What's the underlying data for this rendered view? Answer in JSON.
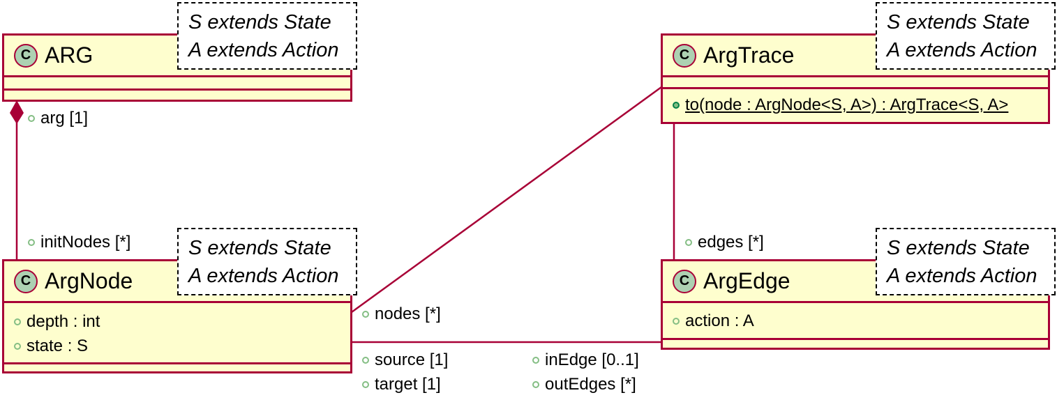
{
  "classes": {
    "arg": {
      "name": "ARG",
      "icon": "C",
      "type_params": [
        "S extends State",
        "A extends Action"
      ]
    },
    "argtrace": {
      "name": "ArgTrace",
      "icon": "C",
      "type_params": [
        "S extends State",
        "A extends Action"
      ],
      "methods": [
        "to(node : ArgNode<S, A>) : ArgTrace<S, A>"
      ]
    },
    "argnode": {
      "name": "ArgNode",
      "icon": "C",
      "type_params": [
        "S extends State",
        "A extends Action"
      ],
      "attributes": [
        "depth : int",
        "state : S"
      ]
    },
    "argedge": {
      "name": "ArgEdge",
      "icon": "C",
      "type_params": [
        "S extends State",
        "A extends Action"
      ],
      "attributes": [
        "action : A"
      ]
    }
  },
  "roles": {
    "arg": "arg [1]",
    "init_nodes": "initNodes [*]",
    "nodes": "nodes [*]",
    "edges": "edges [*]",
    "source": "source [1]",
    "target": "target [1]",
    "in_edge": "inEdge [0..1]",
    "out_edges": "outEdges [*]"
  },
  "colors": {
    "border": "#a80036",
    "fill": "#fefece",
    "icon_fill": "#add1b2",
    "visibility": "#84be84"
  }
}
